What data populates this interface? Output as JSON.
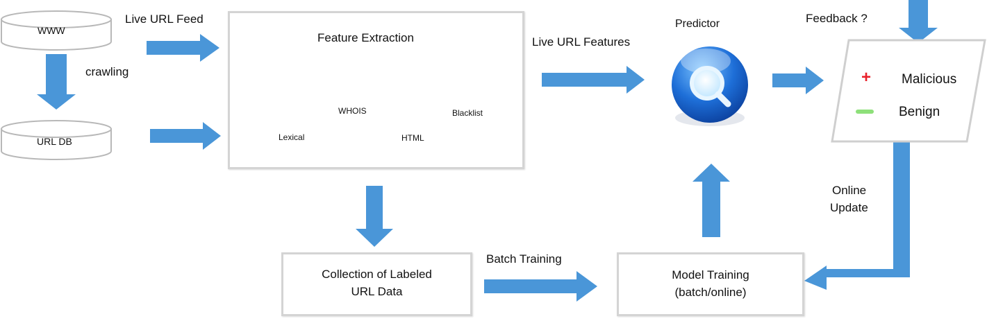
{
  "sources": {
    "www": "WWW",
    "url_db": "URL DB",
    "crawling": "crawling"
  },
  "edges": {
    "live_feed": "Live URL Feed",
    "live_features": "Live URL Features",
    "batch_training": "Batch Training",
    "feedback": "Feedback ?",
    "online_update_line1": "Online",
    "online_update_line2": "Update"
  },
  "feature_extraction": {
    "title": "Feature Extraction",
    "features": [
      "Lexical",
      "WHOIS",
      "HTML",
      "Blacklist"
    ]
  },
  "predictor": {
    "title": "Predictor",
    "icon": "magnifier-icon"
  },
  "output": {
    "malicious": {
      "symbol": "+",
      "label": "Malicious",
      "color": "#e8202a"
    },
    "benign": {
      "symbol": "—",
      "label": "Benign",
      "color": "#8ee07a"
    }
  },
  "collection": {
    "line1": "Collection of Labeled",
    "line2": "URL Data"
  },
  "model_training": {
    "line1": "Model Training",
    "line2": "(batch/online)"
  },
  "colors": {
    "arrow": "#4a96d8",
    "lexical": "#5aa6e6",
    "whois": "#eb9272",
    "html": "#c2a2c8",
    "blacklist": "#90e46a"
  }
}
